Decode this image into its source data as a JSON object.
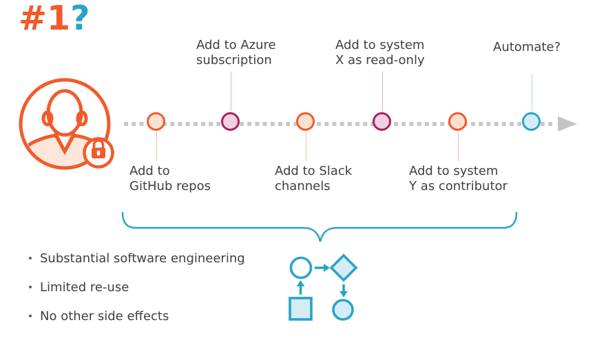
{
  "slide": {
    "title": {
      "text_orange": "#1",
      "text_blue": "?"
    }
  },
  "timeline": {
    "milestones": [
      {
        "name": "github",
        "lines": [
          "Add to",
          "GitHub repos"
        ],
        "label_position": "below",
        "color_theme": "orange"
      },
      {
        "name": "azure",
        "lines": [
          "Add to Azure",
          "subscription"
        ],
        "label_position": "above",
        "color_theme": "magenta"
      },
      {
        "name": "slack",
        "lines": [
          "Add to Slack",
          "channels"
        ],
        "label_position": "below",
        "color_theme": "orange"
      },
      {
        "name": "system-x",
        "lines": [
          "Add to system",
          "X as read-only"
        ],
        "label_position": "above",
        "color_theme": "magenta"
      },
      {
        "name": "system-y",
        "lines": [
          "Add to system",
          "Y as contributor"
        ],
        "label_position": "below",
        "color_theme": "orange"
      },
      {
        "name": "automate",
        "lines": [
          "Automate?"
        ],
        "label_position": "above",
        "color_theme": "blue"
      }
    ]
  },
  "notes": {
    "bullet_char": "•",
    "bullets": [
      "Substantial software engineering",
      "Limited re-use",
      "No other side effects"
    ]
  },
  "icons": {
    "avatar": "locked-user-avatar",
    "flowchart": "process-flow-diagram",
    "timeline_arrow": "right-arrow"
  },
  "colors": {
    "orange": "#F15B2B",
    "orange_fill": "#FCE0D2",
    "magenta": "#A6215F",
    "magenta_fill": "#F1D0DF",
    "blue": "#2BA3C9",
    "blue_fill": "#D6ECF5",
    "text": "#3F3F3F",
    "timeline_dots": "#C9C9C9",
    "arrow_gray": "#C4C4C4"
  }
}
